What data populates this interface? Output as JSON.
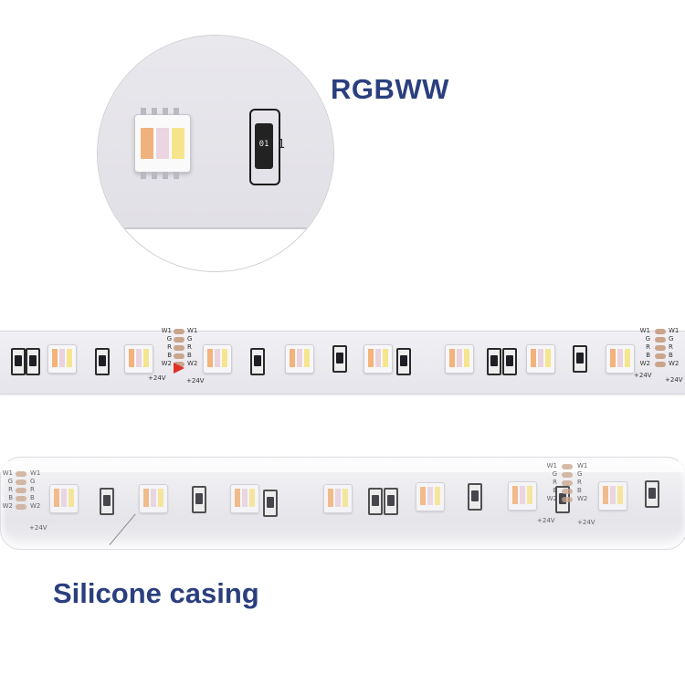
{
  "headline_top": "RGBWW",
  "headline_bottom": "Silicone casing",
  "zoom_resistor_marking": "01",
  "zoom_resistor_extra": "1",
  "strip_pin_labels": [
    "W1",
    "G",
    "R",
    "B",
    "W2"
  ],
  "strip_voltage_label": "+24V",
  "colors": {
    "headline": "#2b3f7f",
    "pcb": "#e6e5eb",
    "led_warm": "#f3b37a",
    "led_rgb": "#e9d3df",
    "led_cool": "#f6e58f",
    "cut_arrow": "#e03026"
  }
}
